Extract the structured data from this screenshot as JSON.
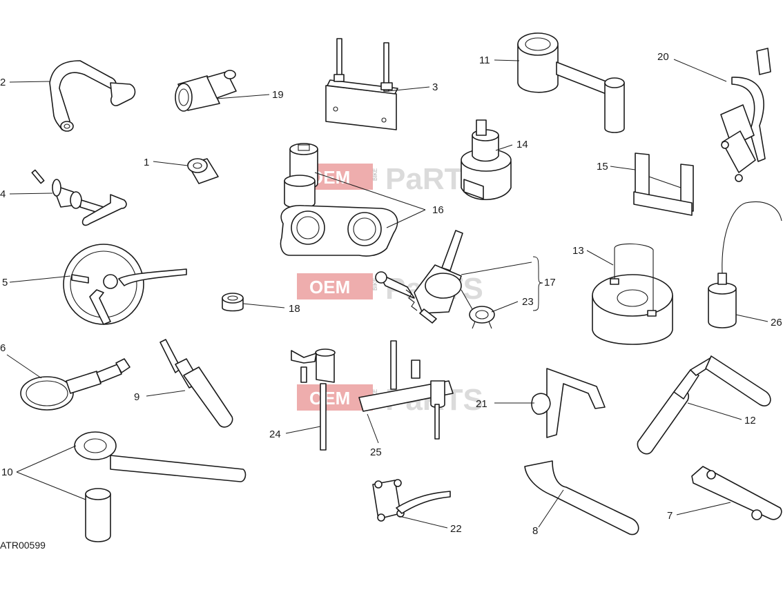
{
  "diagram_code": "ATR00599",
  "watermark": {
    "brand_left": "OEM",
    "brand_mid": "BIKE",
    "brand_right": "PaRTS"
  },
  "callouts": [
    "1",
    "2",
    "3",
    "4",
    "5",
    "6",
    "7",
    "8",
    "9",
    "10",
    "11",
    "12",
    "13",
    "14",
    "15",
    "16",
    "17",
    "18",
    "19",
    "20",
    "21",
    "22",
    "23",
    "24",
    "25",
    "26"
  ],
  "colors": {
    "line": "#1a1a1a",
    "watermark": "#e06a6a"
  }
}
